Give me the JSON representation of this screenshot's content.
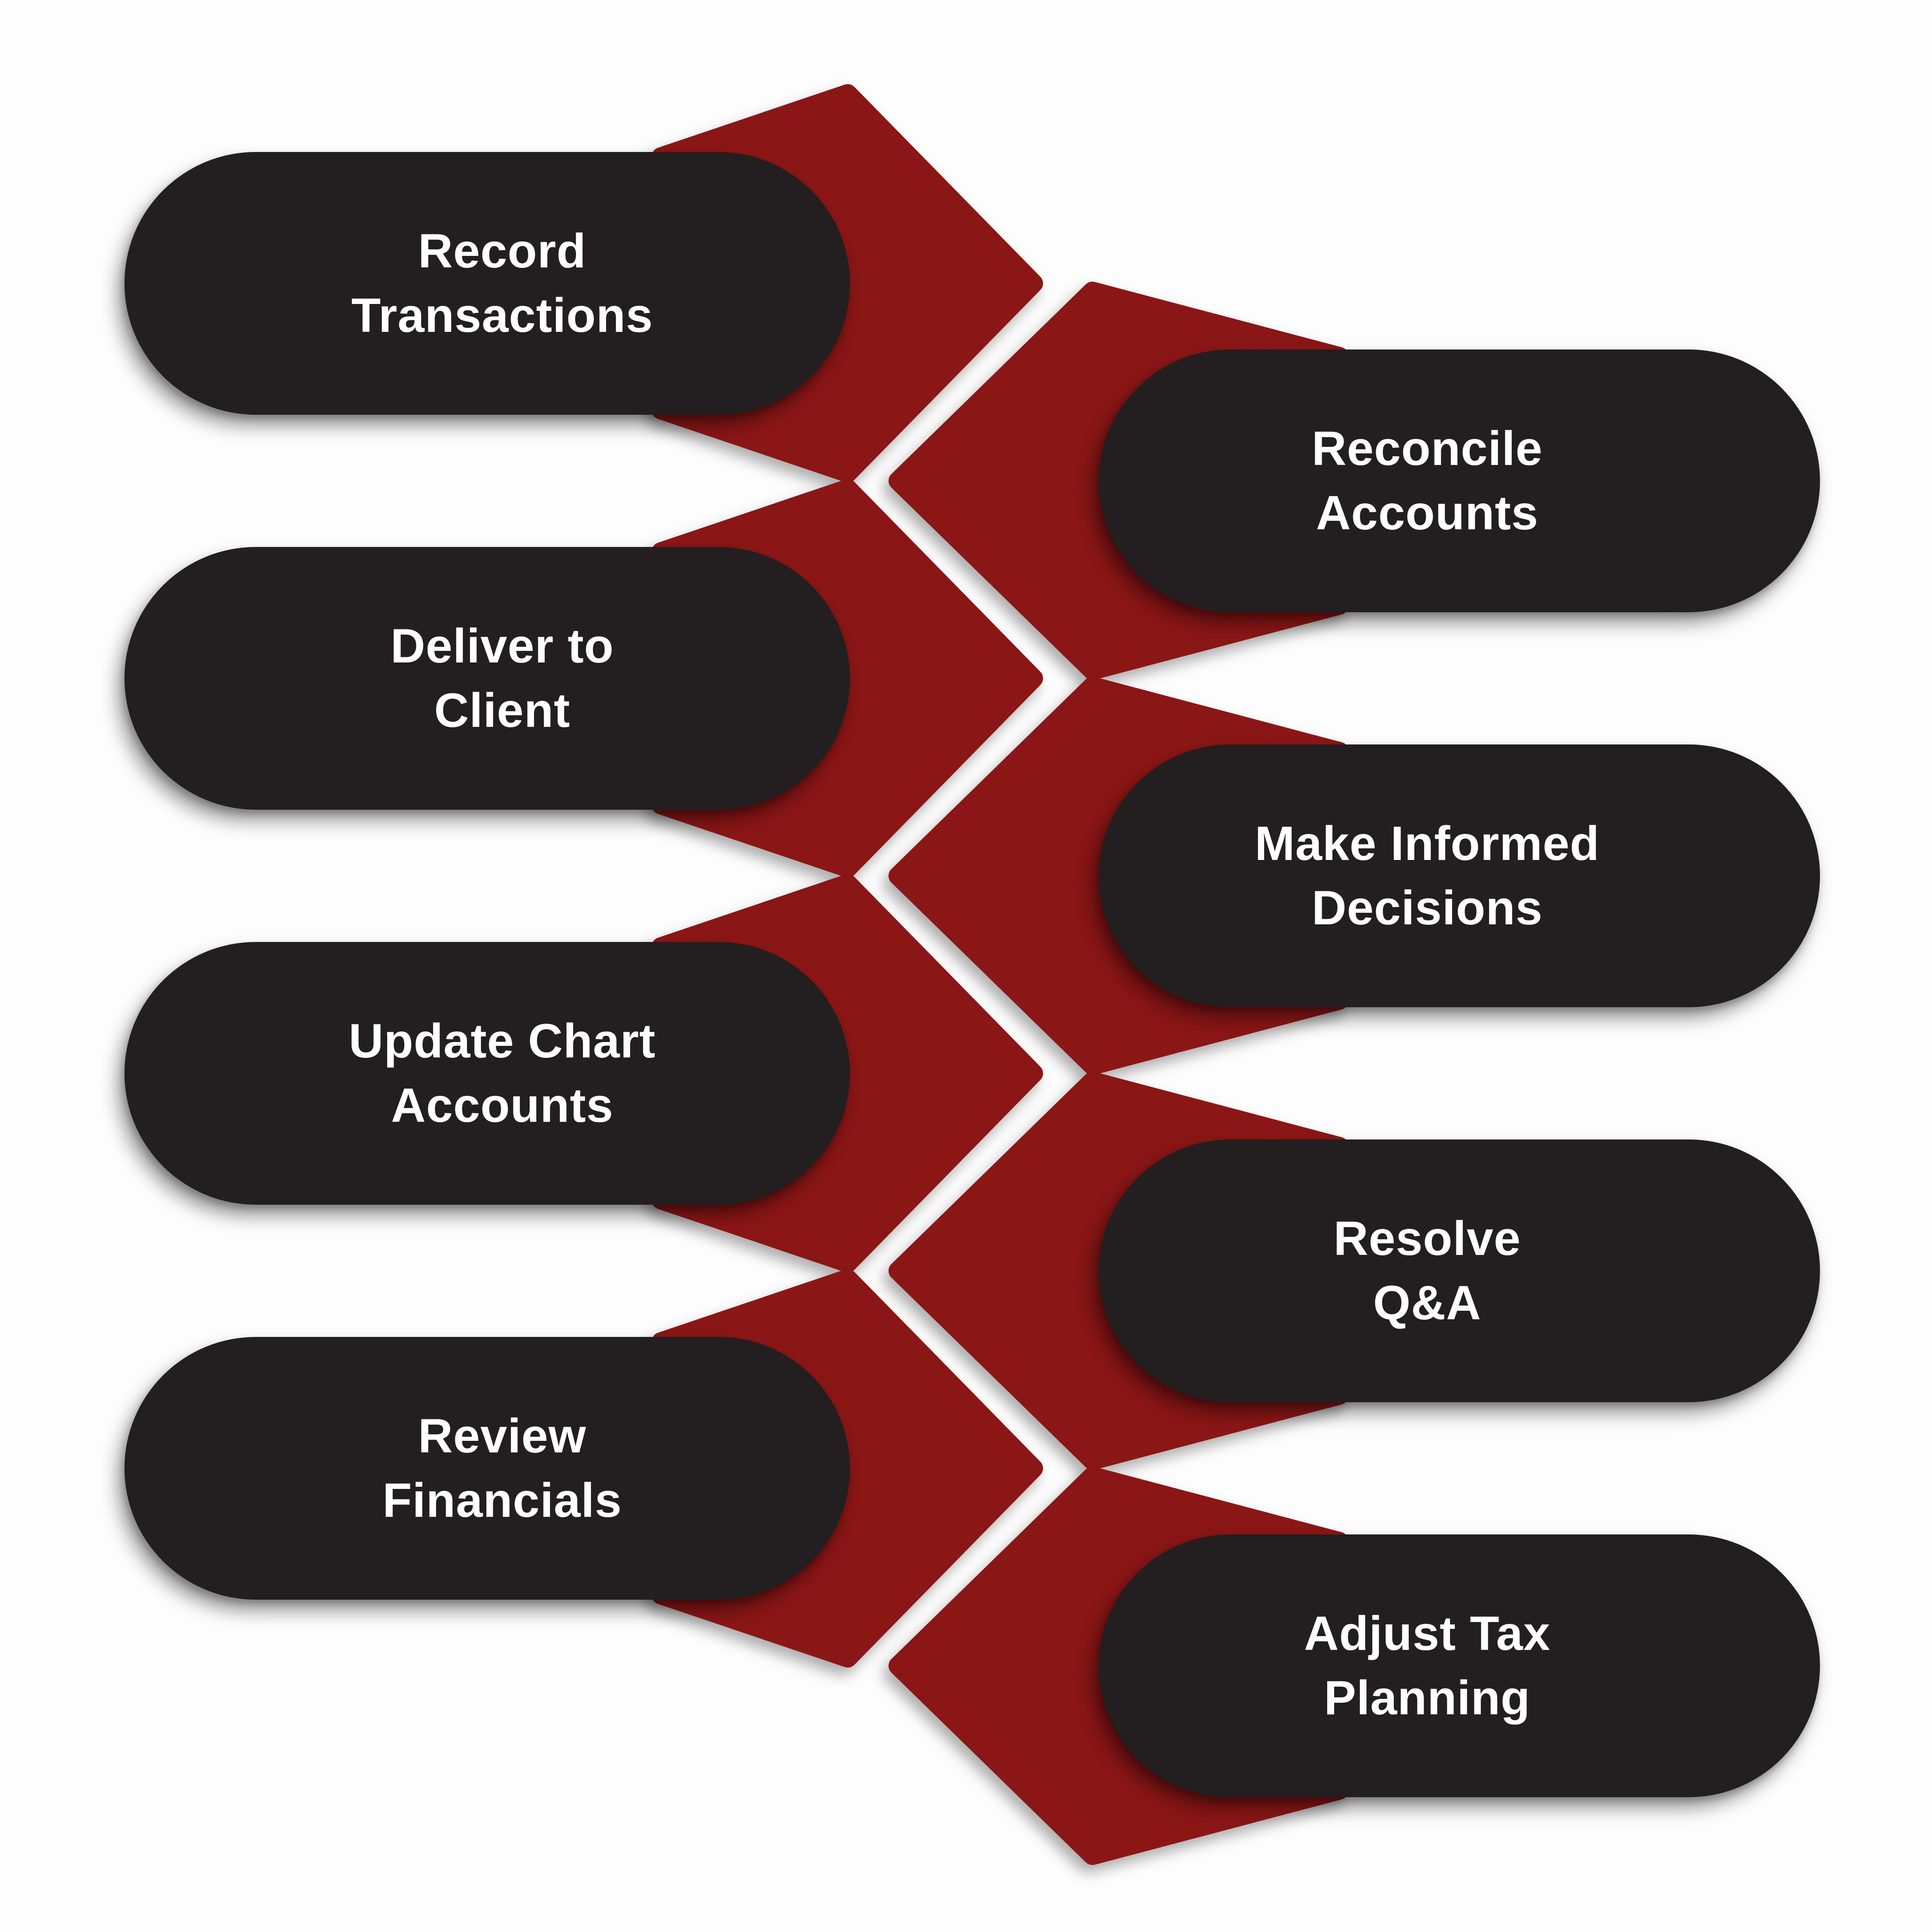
{
  "diagram": {
    "background_color": "#FDFDFD",
    "arrow_color": "#8B1216",
    "pill_color": "#231E1F",
    "text_color": "#FFFFFF",
    "steps": [
      {
        "id": 1,
        "side": "left",
        "lines": [
          "Record",
          "Transactions"
        ]
      },
      {
        "id": 2,
        "side": "right",
        "lines": [
          "Reconcile",
          "Accounts"
        ]
      },
      {
        "id": 3,
        "side": "left",
        "lines": [
          "Deliver to",
          "Client"
        ]
      },
      {
        "id": 4,
        "side": "right",
        "lines": [
          "Make Informed",
          "Decisions"
        ]
      },
      {
        "id": 5,
        "side": "left",
        "lines": [
          "Update Chart",
          "Accounts"
        ]
      },
      {
        "id": 6,
        "side": "right",
        "lines": [
          "Resolve",
          "Q&A"
        ]
      },
      {
        "id": 7,
        "side": "left",
        "lines": [
          "Review",
          "Financials"
        ]
      },
      {
        "id": 8,
        "side": "right",
        "lines": [
          "Adjust Tax",
          "Planning"
        ]
      }
    ]
  }
}
